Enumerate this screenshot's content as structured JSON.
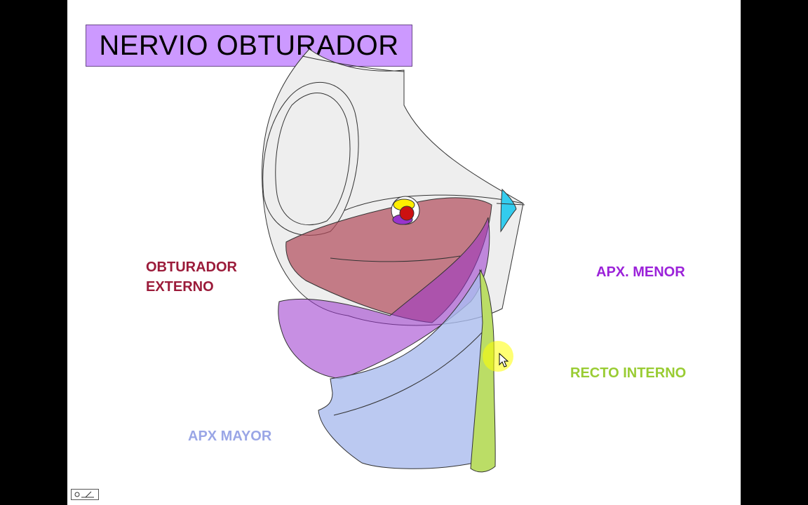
{
  "title": "NERVIO OBTURADOR",
  "labels": {
    "obturador_externo_line1": "OBTURADOR",
    "obturador_externo_line2": "EXTERNO",
    "apx_menor": "APX. MENOR",
    "recto_interno": "RECTO INTERNO",
    "apx_mayor": "APX MAYOR"
  },
  "colors": {
    "title_bg": "#cc99ff",
    "obturador_externo": "#9b1b3a",
    "apx_menor": "#9b22d9",
    "recto_interno": "#99cc33",
    "apx_mayor": "#9aa6e6",
    "bone": "#eeeeee",
    "nerve_highlight": "#ffee00",
    "pectineo_blue": "#33ccee"
  },
  "icons": {
    "cursor": "pointer-arrow-icon",
    "player": "slideshow-control-icon"
  }
}
